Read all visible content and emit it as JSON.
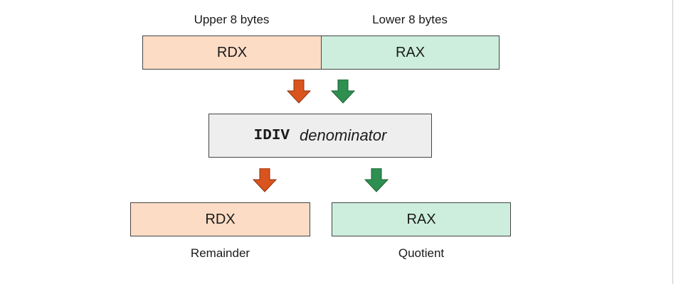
{
  "top_row": {
    "upper_caption": "Upper 8 bytes",
    "lower_caption": "Lower 8 bytes",
    "rdx_label": "RDX",
    "rax_label": "RAX"
  },
  "instruction": {
    "mnemonic": "IDIV",
    "operand": "denominator"
  },
  "bottom_row": {
    "rdx_label": "RDX",
    "rax_label": "RAX",
    "rdx_caption": "Remainder",
    "rax_caption": "Quotient"
  },
  "colors": {
    "rdx_fill": "#fcdcc4",
    "rax_fill": "#cdeedd",
    "instruction_fill": "#eeeeee",
    "rdx_arrow": "#d9541e",
    "rax_arrow": "#2e9050"
  }
}
